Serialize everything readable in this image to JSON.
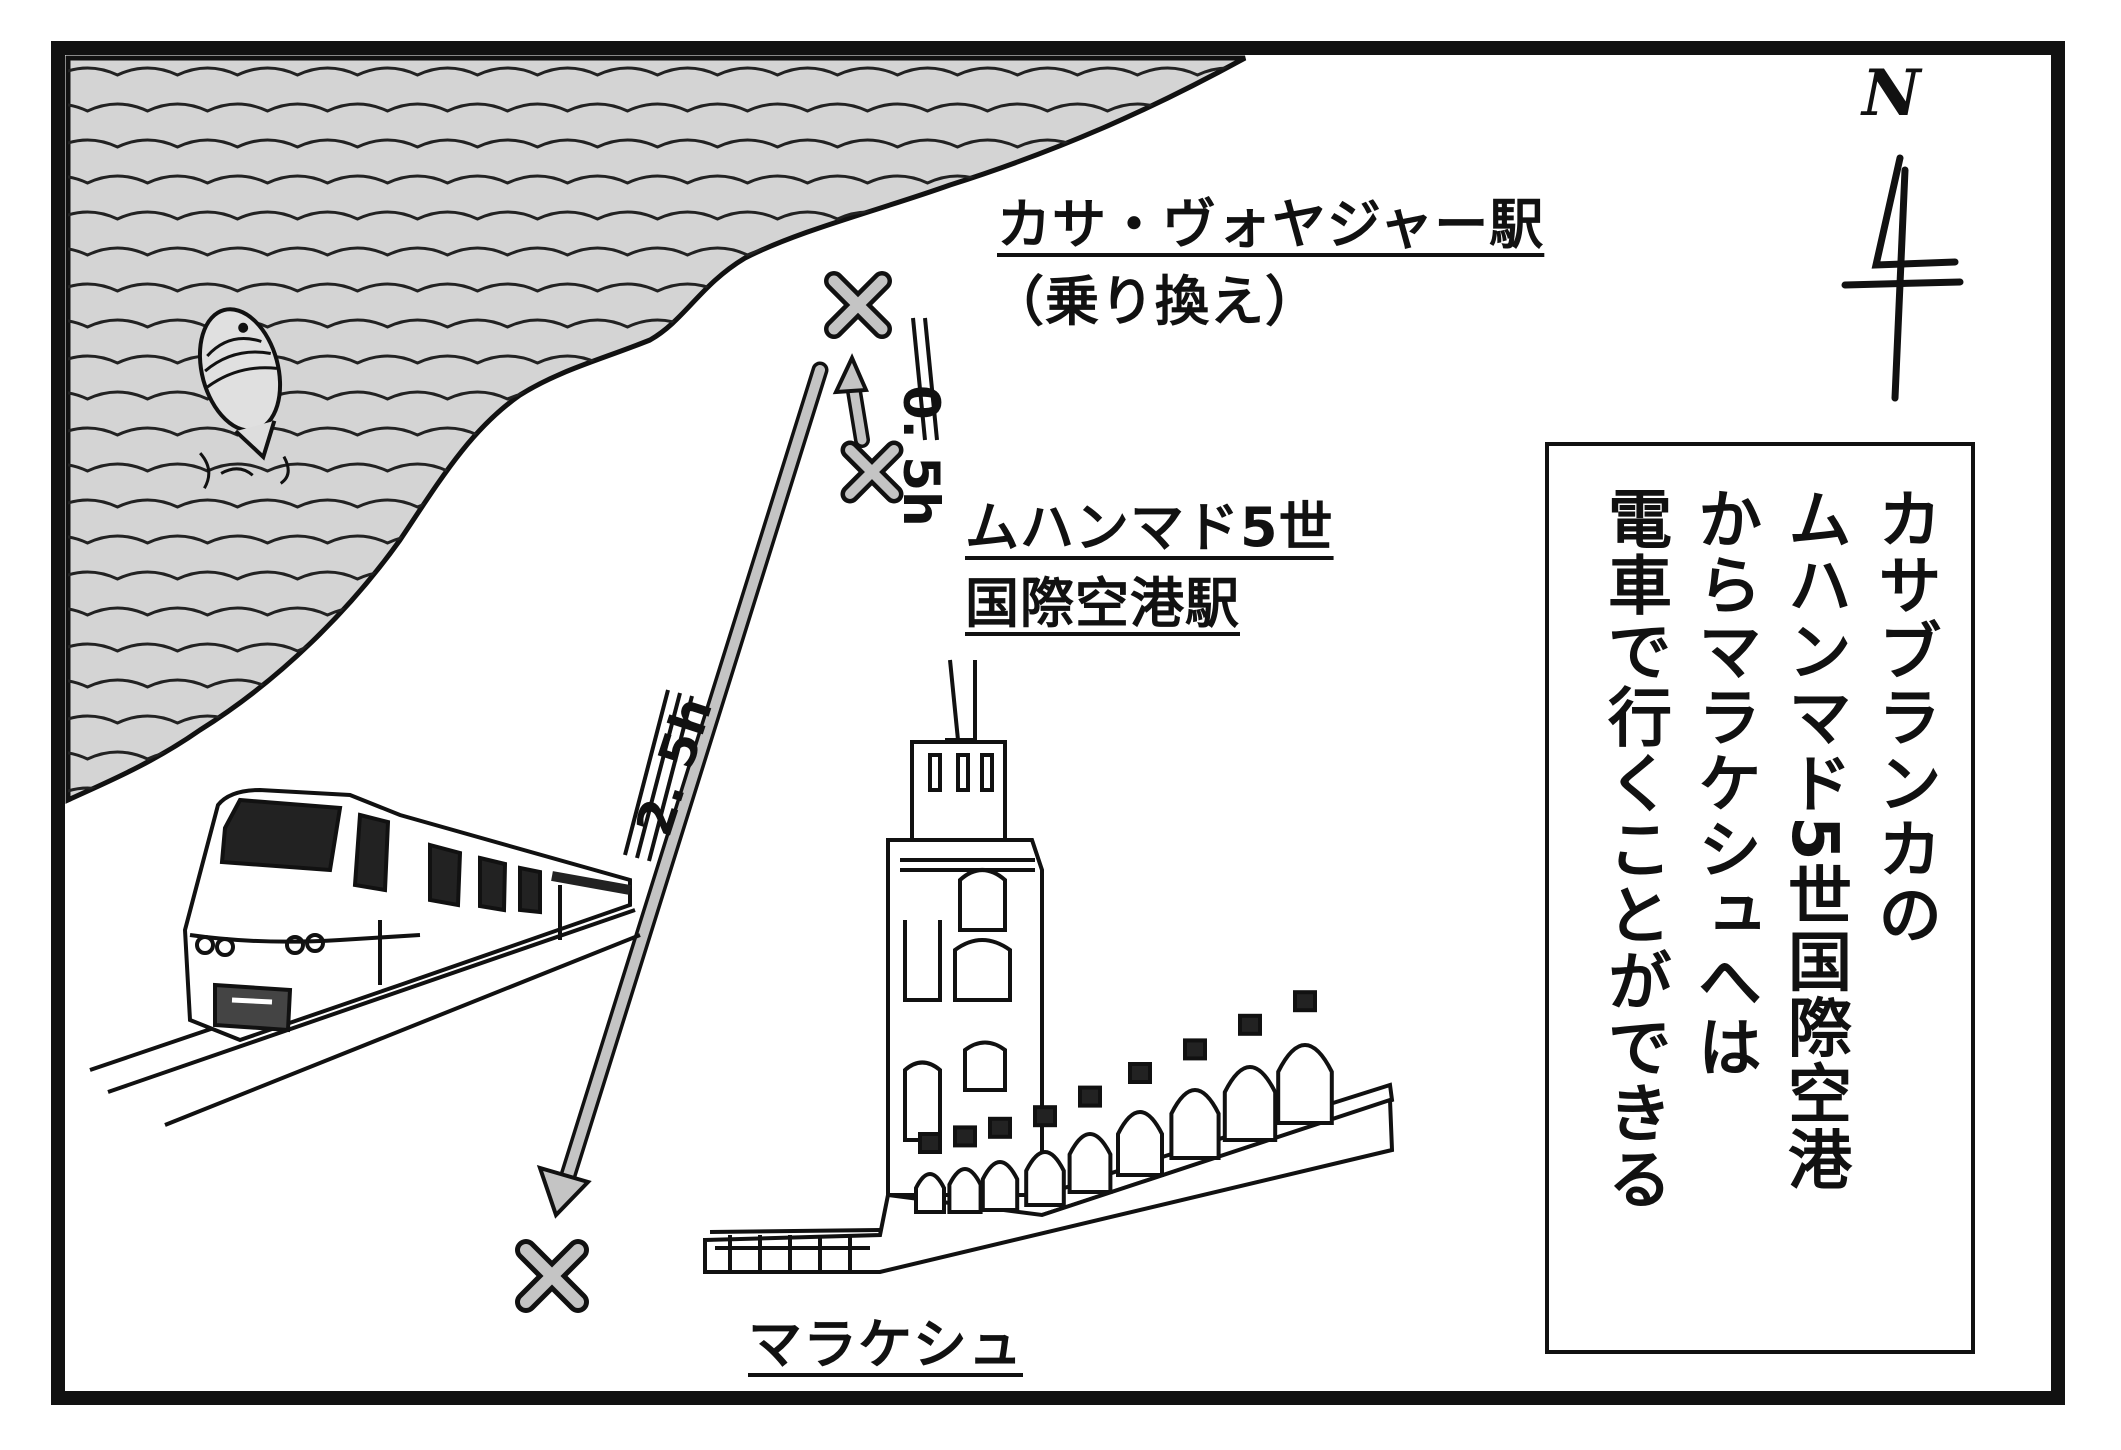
{
  "compass": {
    "letter": "N",
    "icon": "north-arrow-icon"
  },
  "places": {
    "transfer_station": {
      "name": "カサ・ヴォヤジャー駅",
      "note": "（乗り換え）"
    },
    "airport_station": {
      "line1": "ムハンマド5世",
      "line2": "国際空港駅"
    },
    "destination": {
      "name": "マラケシュ"
    }
  },
  "routes": {
    "airport_to_transfer": {
      "duration": "0. 5h"
    },
    "transfer_to_destination": {
      "duration": "2. 5h"
    }
  },
  "caption": {
    "lines": [
      "カサブランカの",
      "ムハンマド5世国際空港",
      "からマラケシュへは",
      "電車で行くことができる"
    ]
  },
  "colors": {
    "sea": "#d4d4d4",
    "route": "#c4c4c4",
    "ink": "#111111",
    "paper": "#ffffff"
  }
}
